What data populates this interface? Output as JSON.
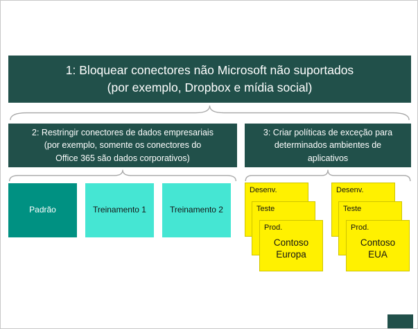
{
  "colors": {
    "dark_teal": "#21504A",
    "green_teal": "#009182",
    "turquoise": "#45E6D3",
    "yellow": "#FFF100",
    "yellow_border": "#CFC400",
    "brace": "#A6A6A6",
    "text_light": "#FFFFFF",
    "text_dark": "#141414"
  },
  "step1": {
    "lines": [
      "1: Bloquear conectores não Microsoft não suportados",
      "(por exemplo, Dropbox e mídia social)"
    ]
  },
  "step2": {
    "lines": [
      "2: Restringir conectores de dados empresariais",
      "(por exemplo, somente os conectores do",
      "Office 365 são dados corporativos)"
    ]
  },
  "step3": {
    "lines": [
      "3: Criar políticas de exceção para",
      "determinados ambientes de",
      "aplicativos"
    ]
  },
  "environments": [
    {
      "label": "Padrão",
      "variant": "default"
    },
    {
      "label": "Treinamento 1",
      "variant": "training"
    },
    {
      "label": "Treinamento 2",
      "variant": "training"
    }
  ],
  "exception_stacks": [
    {
      "layers": [
        "Desenv.",
        "Teste",
        "Prod."
      ],
      "title": "Contoso Europa"
    },
    {
      "layers": [
        "Desenv.",
        "Teste",
        "Prod."
      ],
      "title": "Contoso EUA"
    }
  ]
}
